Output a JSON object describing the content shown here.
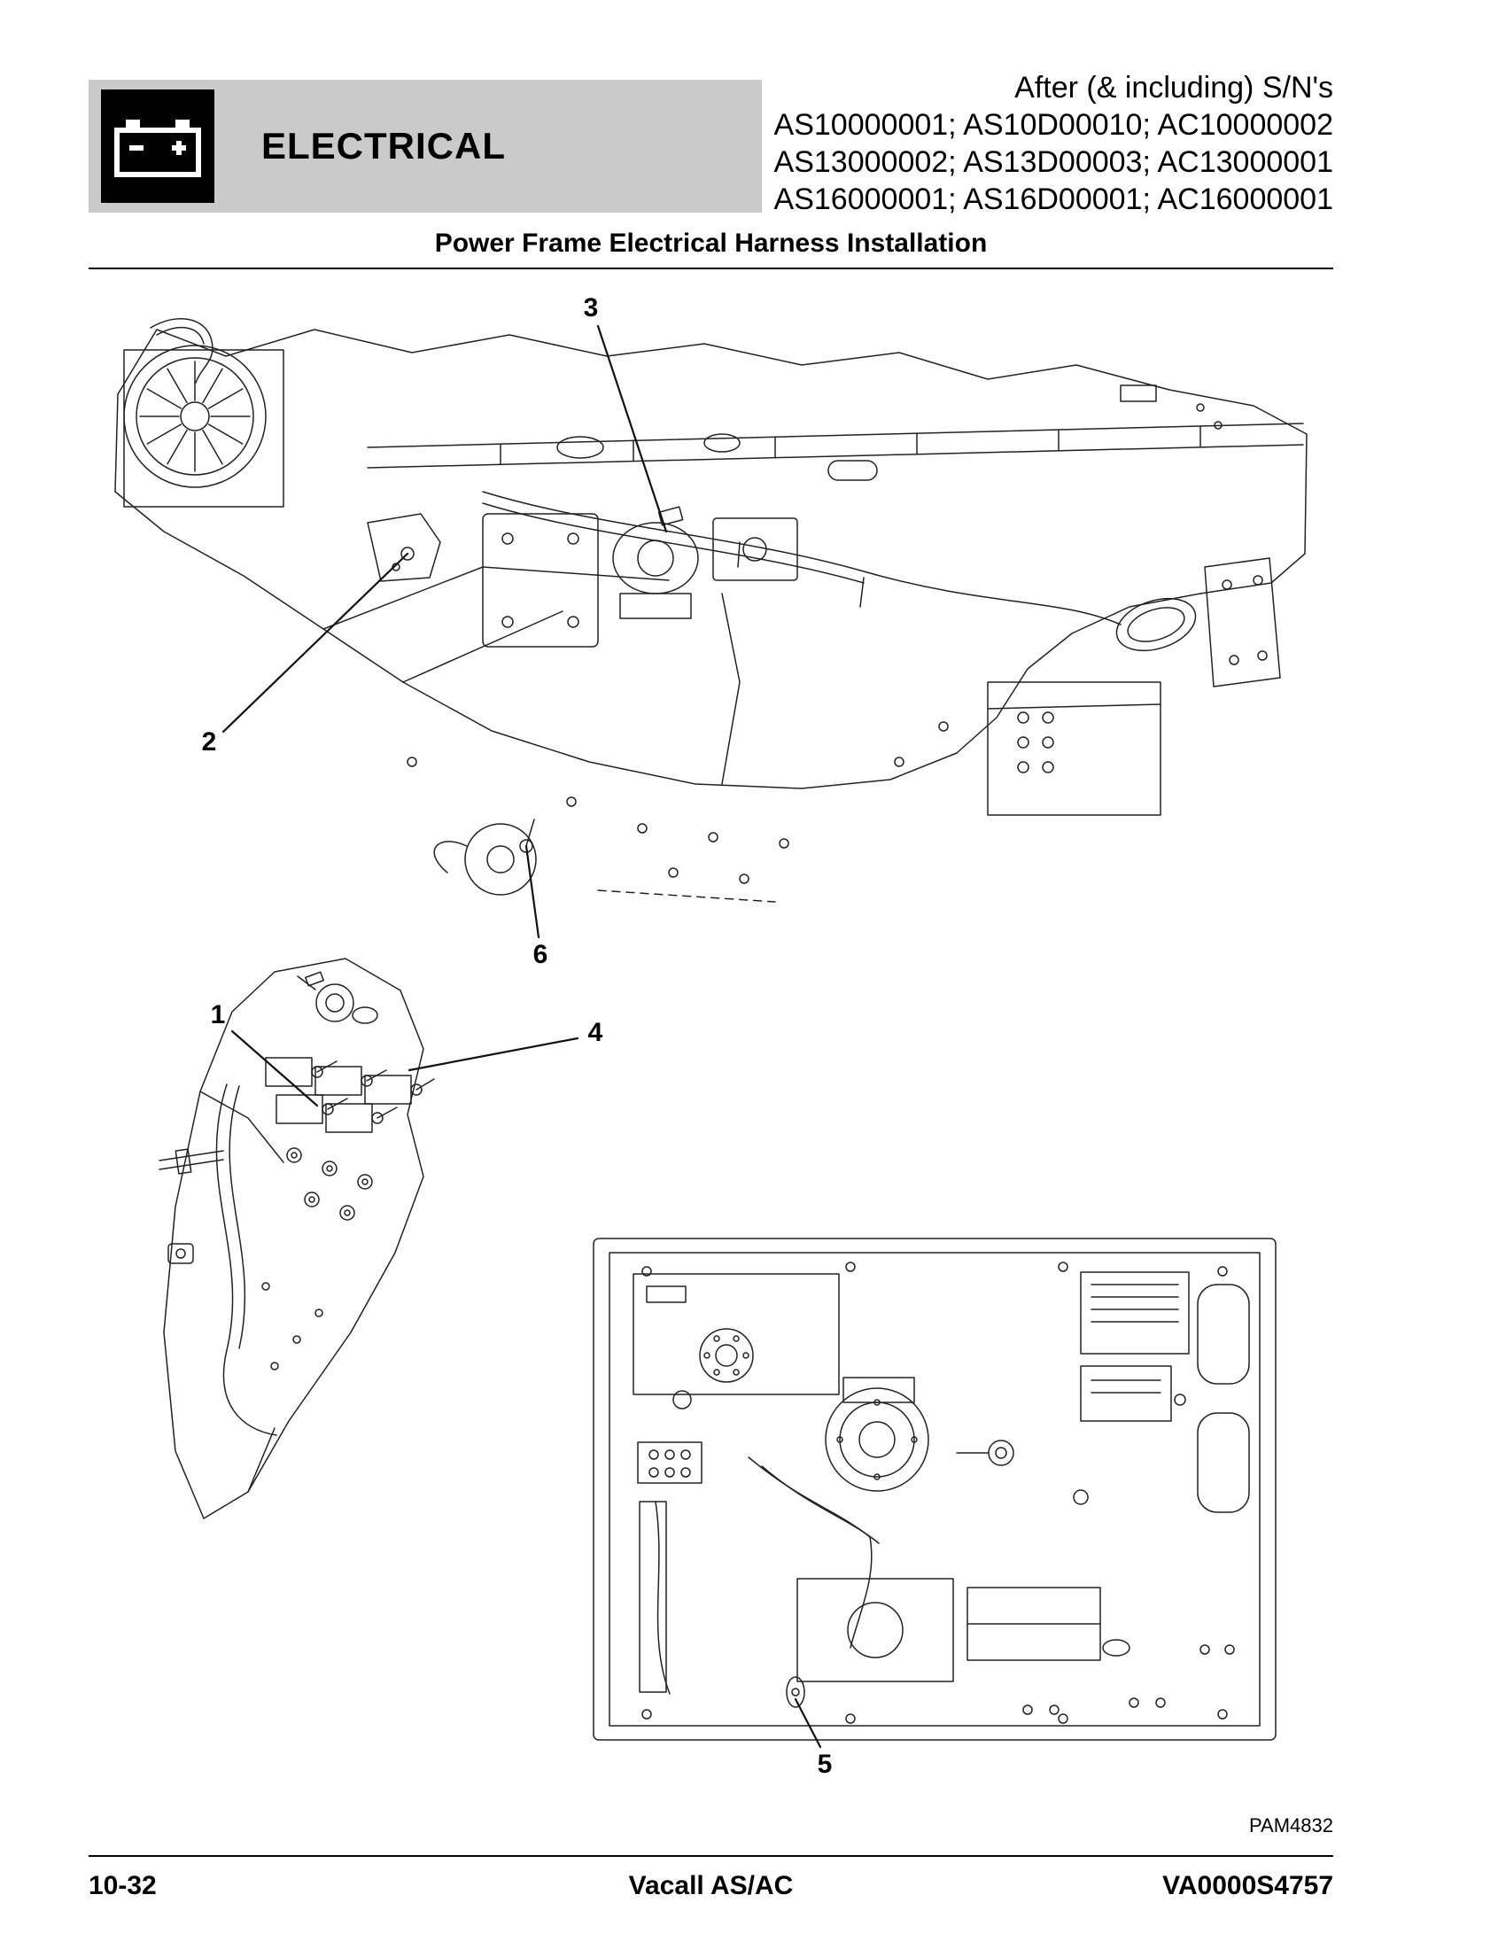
{
  "header": {
    "icon": "battery-icon",
    "section_label": "ELECTRICAL",
    "serial_note": {
      "intro": "After (& including) S/N's",
      "lines": [
        "AS10000001; AS10D00010; AC10000002",
        "AS13000002; AS13D00003; AC13000001",
        "AS16000001; AS16D00001; AC16000001"
      ]
    }
  },
  "title": "Power Frame Electrical Harness Installation",
  "figure": {
    "callouts": [
      {
        "label": "1"
      },
      {
        "label": "2"
      },
      {
        "label": "3"
      },
      {
        "label": "4"
      },
      {
        "label": "5"
      },
      {
        "label": "6"
      }
    ],
    "figure_code": "PAM4832"
  },
  "footer": {
    "page_number": "10-32",
    "model": "Vacall AS/AC",
    "doc_code": "VA0000S4757"
  },
  "colors": {
    "header_band": "#cacaca",
    "ink": "#000000",
    "line_art": "#222222"
  }
}
